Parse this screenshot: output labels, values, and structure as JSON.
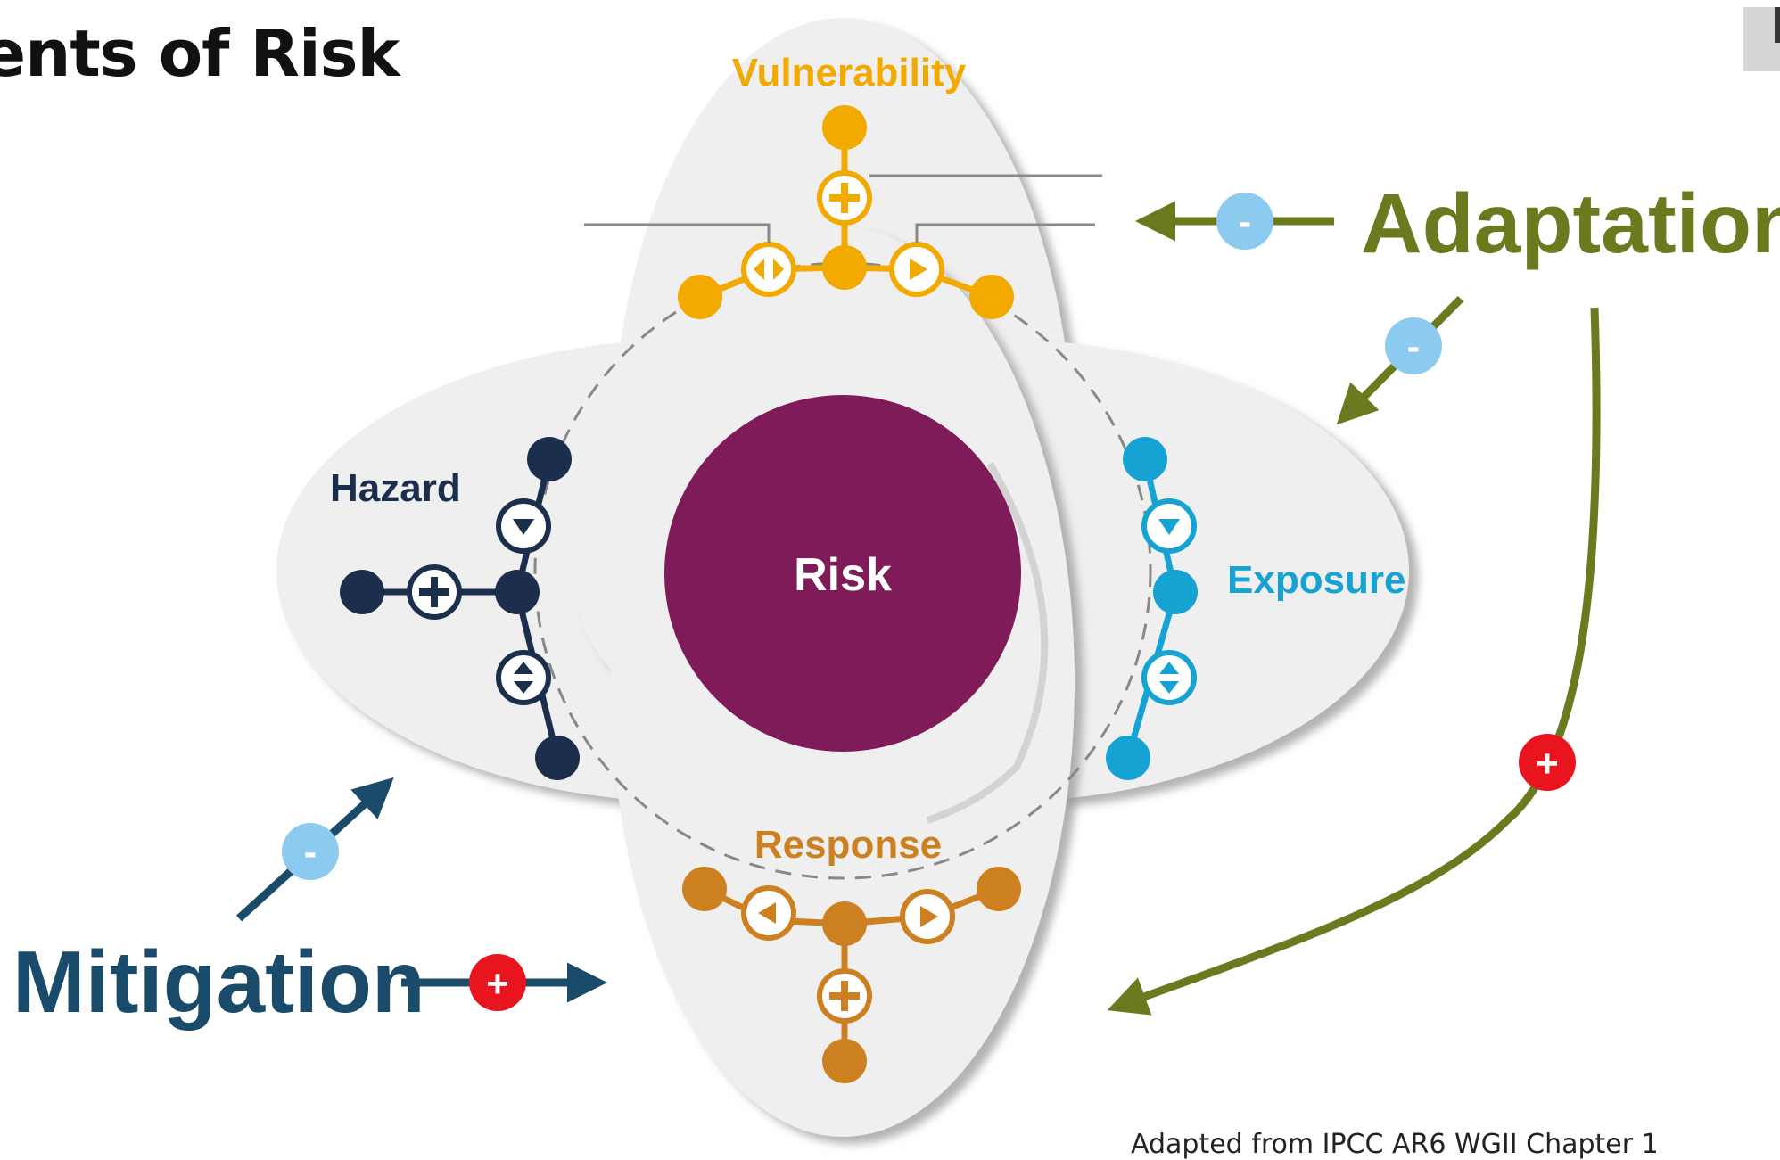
{
  "title": "nents of Risk",
  "center": {
    "label": "Risk"
  },
  "components": {
    "vulnerability": "Vulnerability",
    "hazard": "Hazard",
    "exposure": "Exposure",
    "response": "Response"
  },
  "drivers": {
    "adaptation": "Adaptation",
    "mitigation": "Mitigation"
  },
  "signs": {
    "minus": "-",
    "plus": "+"
  },
  "source": "Adapted from IPCC AR6 WGII Chapter 1",
  "colors": {
    "vulnerability": "#f2a900",
    "hazard": "#1b2e4b",
    "exposure": "#16a3d4",
    "response": "#cc8020",
    "risk": "#7e1b58",
    "adaptation": "#6b7a1f",
    "mitigation": "#1b4b6b",
    "minus_badge": "#8ccbef",
    "plus_badge": "#e8141e",
    "petal": "#efefef"
  }
}
